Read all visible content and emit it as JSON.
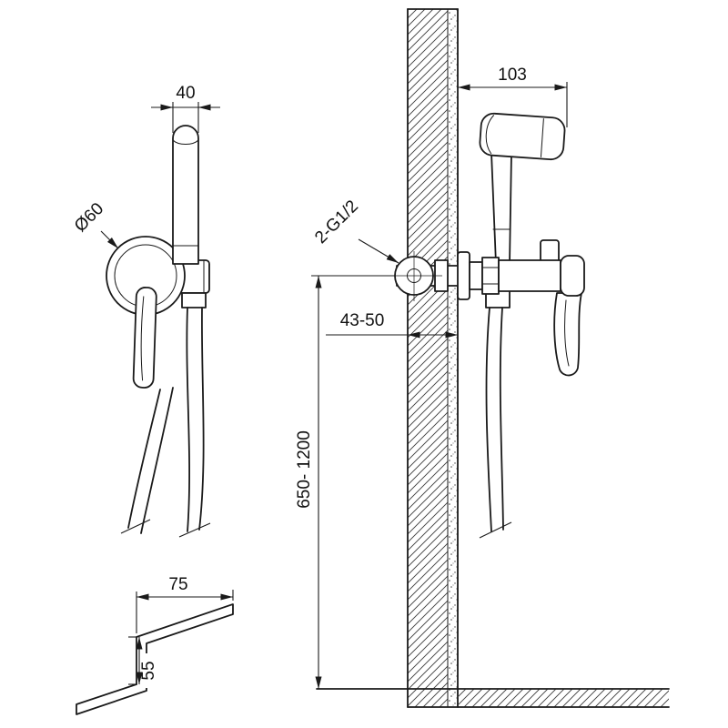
{
  "colors": {
    "line": "#1a1a1a",
    "background": "#ffffff"
  },
  "views": {
    "front": {
      "dims": {
        "sprayer_width": "40",
        "escutcheon_diameter": "Ø60"
      }
    },
    "detail": {
      "dims": {
        "width": "75",
        "height": "55"
      }
    },
    "side": {
      "dims": {
        "offset_from_wall": "103",
        "connection_thread": "2-G1/2",
        "recess_depth": "43-50",
        "mounting_height": "650- 1200"
      }
    }
  }
}
